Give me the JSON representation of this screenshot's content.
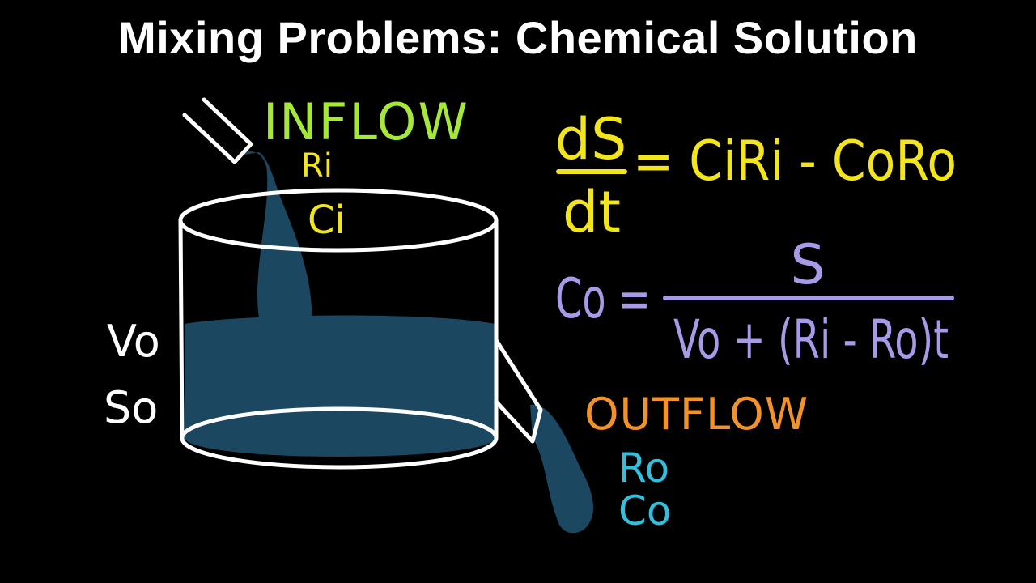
{
  "title": "Mixing Problems: Chemical Solution",
  "labels": {
    "inflow": "INFLOW",
    "r_i": "Ri",
    "c_i": "Ci",
    "v_0": "Vo",
    "s_0": "So",
    "outflow": "OUTFLOW",
    "r_o": "Ro",
    "c_o": "Co"
  },
  "equation1": {
    "numerator": "dS",
    "denominator": "dt",
    "rhs": "= CiRi - CoRo"
  },
  "equation2": {
    "lhs": "Co =",
    "numerator": "S",
    "denominator": "Vo + (Ri - Ro)t"
  },
  "colors": {
    "background": "#000000",
    "title": "#ffffff",
    "inflow": "#a6e83a",
    "inflow_quantities": "#f2e51e",
    "equation1": "#f2e51e",
    "equation2": "#a79ae6",
    "outflow": "#f2922a",
    "outflow_quantities": "#33bedb",
    "liquid": "#1b4760",
    "tank": "#ffffff"
  }
}
